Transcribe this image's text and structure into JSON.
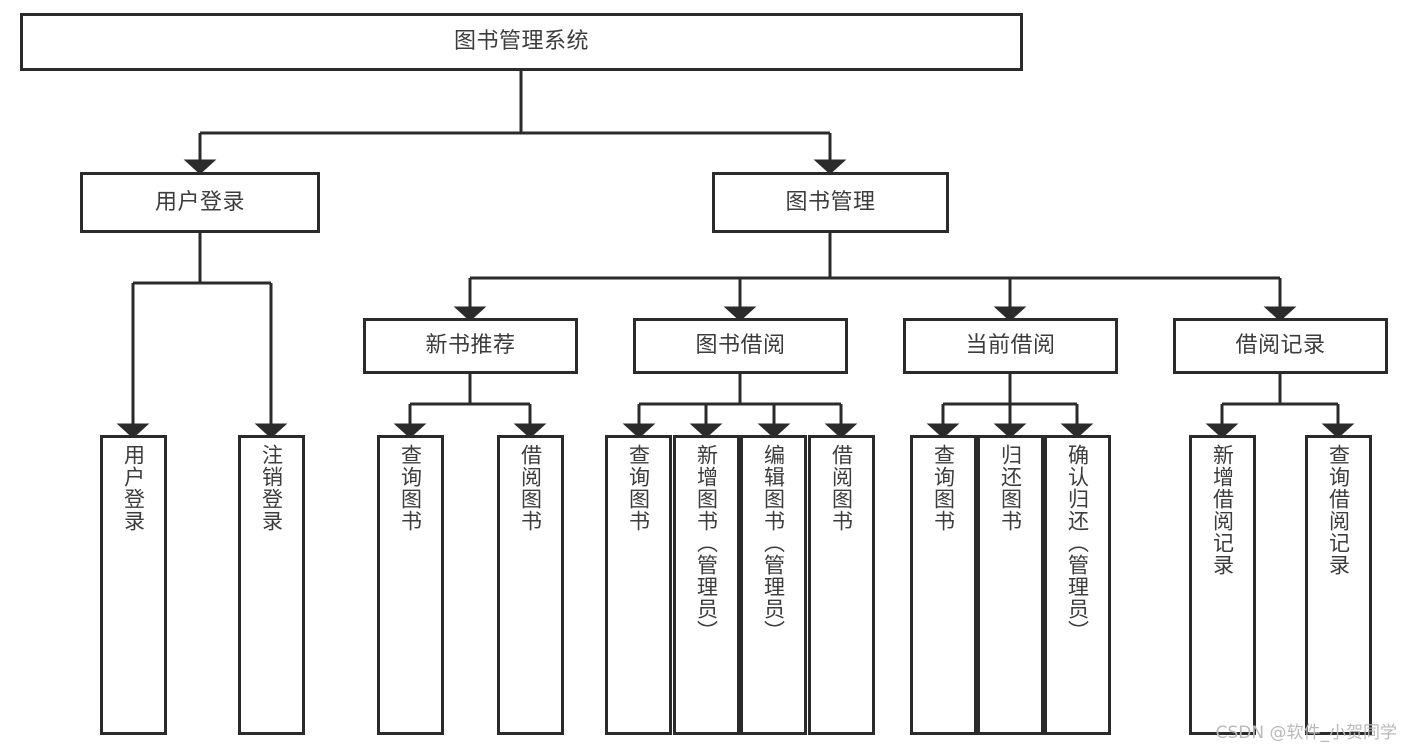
{
  "diagram": {
    "title": "图书管理系统",
    "type": "tree",
    "watermark": "CSDN @软件_小贺同学",
    "colors": {
      "stroke": "#2b2b2b",
      "text": "#3c3c3c",
      "background": "#ffffff",
      "watermark": "#b9b9b9"
    },
    "nodes": {
      "root": {
        "label": "图书管理系统",
        "level": 0
      },
      "user_login": {
        "label": "用户登录",
        "level": 1
      },
      "book_manage": {
        "label": "图书管理",
        "level": 1
      },
      "new_book_rec": {
        "label": "新书推荐",
        "level": 2
      },
      "book_borrow": {
        "label": "图书借阅",
        "level": 2
      },
      "current_borrow": {
        "label": "当前借阅",
        "level": 2
      },
      "borrow_record": {
        "label": "借阅记录",
        "level": 2
      },
      "leaf_user_login": {
        "label": "用户登录",
        "level": 3
      },
      "leaf_logout": {
        "label": "注销登录",
        "level": 3
      },
      "leaf_query_book_1": {
        "label": "查询图书",
        "level": 3
      },
      "leaf_borrow_book_1": {
        "label": "借阅图书",
        "level": 3
      },
      "leaf_query_book_2": {
        "label": "查询图书",
        "level": 3
      },
      "leaf_add_book": {
        "label": "新增图书（管理员）",
        "level": 3
      },
      "leaf_edit_book": {
        "label": "编辑图书（管理员）",
        "level": 3
      },
      "leaf_borrow_book_2": {
        "label": "借阅图书",
        "level": 3
      },
      "leaf_query_book_3": {
        "label": "查询图书",
        "level": 3
      },
      "leaf_return_book": {
        "label": "归还图书",
        "level": 3
      },
      "leaf_confirm_return": {
        "label": "确认归还（管理员）",
        "level": 3
      },
      "leaf_add_record": {
        "label": "新增借阅记录",
        "level": 3
      },
      "leaf_query_record": {
        "label": "查询借阅记录",
        "level": 3
      }
    }
  }
}
